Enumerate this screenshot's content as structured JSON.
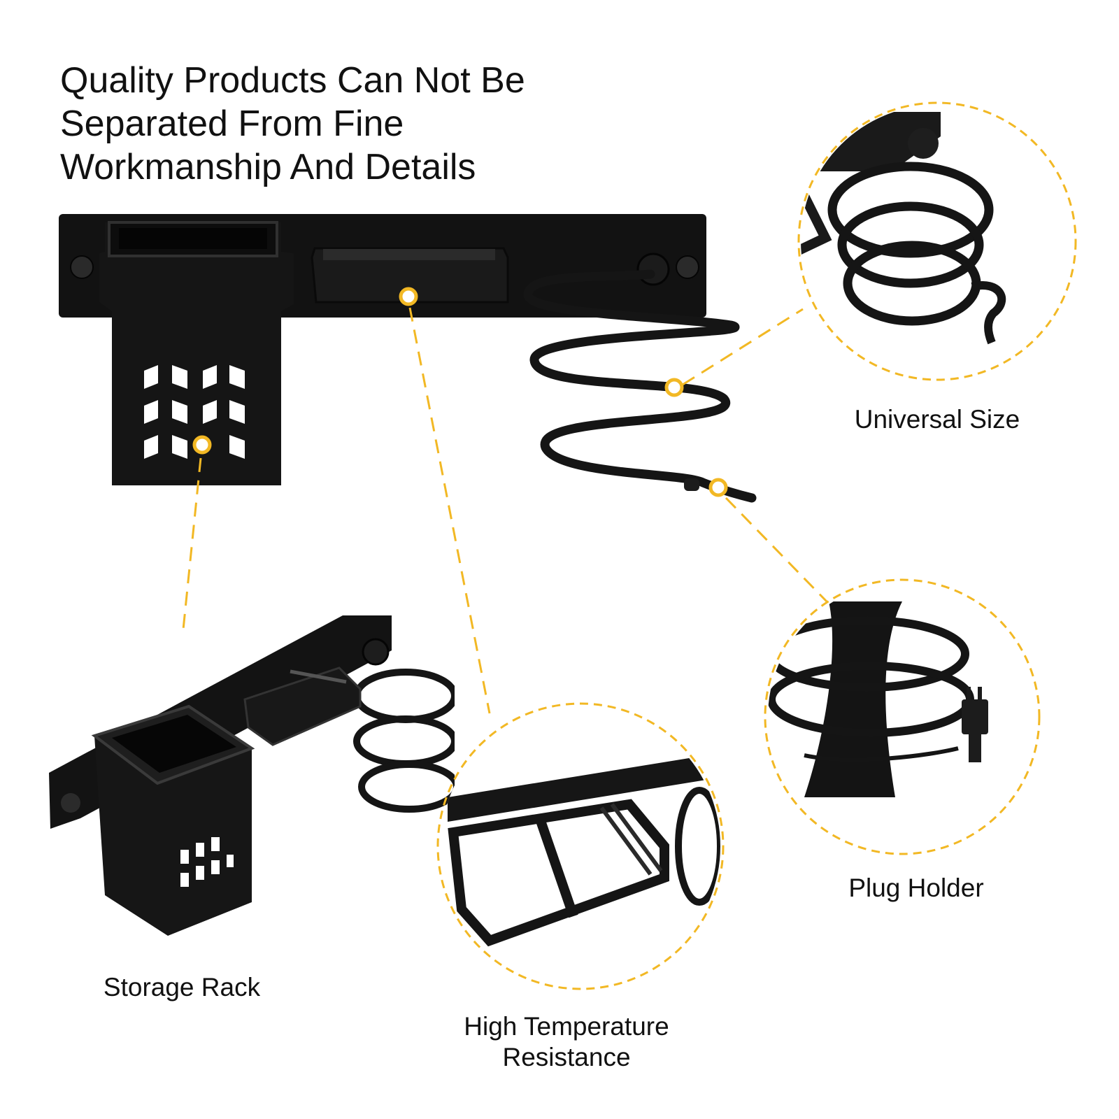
{
  "headline": "Quality Products Can Not Be\nSeparated From Fine\nWorkmanship And Details",
  "features": {
    "universal_size": "Universal Size",
    "plug_holder": "Plug Holder",
    "storage_rack": "Storage Rack",
    "high_temperature": "High Temperature\nResistance"
  },
  "colors": {
    "accent": "#F2B824",
    "product": "#121212",
    "background": "#FFFFFF"
  }
}
